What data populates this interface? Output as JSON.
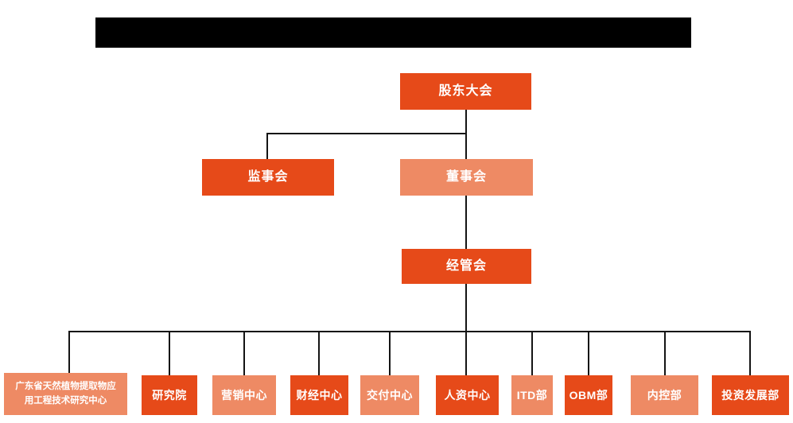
{
  "colors": {
    "primary": "#e64a19",
    "secondary": "#ee8a64",
    "line": "#141414",
    "redaction": "#000000",
    "background": "#ffffff",
    "text": "#ffffff"
  },
  "header": {
    "title_redacted": true
  },
  "org": {
    "level1": [
      {
        "label": "股东大会",
        "tone": "primary"
      }
    ],
    "level2": [
      {
        "label": "监事会",
        "tone": "primary"
      },
      {
        "label": "董事会",
        "tone": "secondary"
      }
    ],
    "level3": [
      {
        "label": "经管会",
        "tone": "primary"
      }
    ],
    "level4": [
      {
        "label": "广东省天然植物提取物应用工程技术研究中心",
        "label_lines": [
          "广东省天然植物提取物应",
          "用工程技术研究中心"
        ],
        "tone": "secondary"
      },
      {
        "label": "研究院",
        "tone": "primary"
      },
      {
        "label": "营销中心",
        "tone": "secondary"
      },
      {
        "label": "财经中心",
        "tone": "primary"
      },
      {
        "label": "交付中心",
        "tone": "secondary"
      },
      {
        "label": "人资中心",
        "tone": "primary"
      },
      {
        "label": "ITD部",
        "tone": "secondary"
      },
      {
        "label": "OBM部",
        "tone": "primary"
      },
      {
        "label": "内控部",
        "tone": "secondary"
      },
      {
        "label": "投资发展部",
        "tone": "primary"
      }
    ]
  }
}
